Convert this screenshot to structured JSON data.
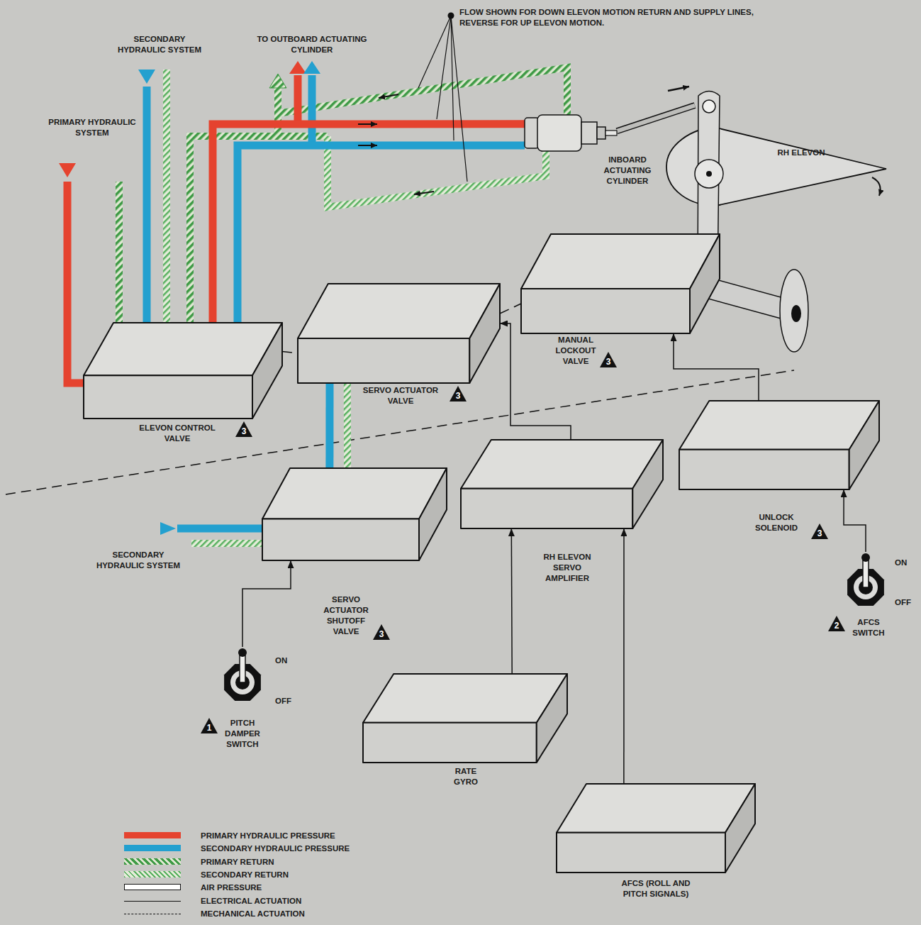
{
  "diagram": {
    "nodes": [
      {
        "text": [
          "INBOARD ACTUATING CYLINDER"
        ]
      },
      {
        "text": [
          "RH ELEVON"
        ]
      },
      {
        "text": [
          "MANUAL LOCKOUT VALVE"
        ]
      },
      {
        "text": [
          "SERVO ACTUATOR VALVE"
        ]
      },
      {
        "text": [
          "ELEVON CONTROL VALVE"
        ]
      },
      {
        "text": [
          "UNLOCK SOLENOID"
        ]
      },
      {
        "text": [
          "RH ELEVON SERVO AMPLIFIER"
        ]
      },
      {
        "text": [
          "SERVO ACTUATOR SHUTOFF VALVE"
        ]
      },
      {
        "text": [
          "AFCS SWITCH"
        ]
      },
      {
        "text": [
          "PITCH DAMPER SWITCH"
        ]
      },
      {
        "text": [
          "RATE GYRO"
        ]
      },
      {
        "text": [
          "AFCS (ROLL AND PITCH SIGNALS)"
        ]
      }
    ],
    "edges": [
      {
        "from": 10,
        "to": 6,
        "arrow": "to"
      },
      {
        "from": 11,
        "to": 6,
        "arrow": "to"
      },
      {
        "from": 6,
        "to": 3,
        "arrow": "to"
      },
      {
        "from": 9,
        "to": 7,
        "arrow": "to"
      },
      {
        "from": 8,
        "to": 5,
        "arrow": "to"
      },
      {
        "from": 5,
        "to": 2,
        "arrow": "to"
      },
      {
        "from": 7,
        "to": 3,
        "arrow": "none"
      },
      {
        "from": 4,
        "to": 0,
        "arrow": "none"
      },
      {
        "from": 0,
        "to": 1,
        "arrow": "none"
      },
      {
        "from": 4,
        "to": 3,
        "arrow": "none"
      },
      {
        "from": 3,
        "to": 2,
        "arrow": "none"
      }
    ],
    "labels": [
      "FLOW SHOWN FOR DOWN ELEVON MOTION RETURN AND SUPPLY LINES, REVERSE FOR UP ELEVON MOTION.",
      "SECONDARY HYDRAULIC SYSTEM",
      "TO OUTBOARD ACTUATING CYLINDER",
      "PRIMARY HYDRAULIC SYSTEM",
      "3",
      "3",
      "3",
      "3",
      "ON",
      "OFF",
      "2",
      "SECONDARY HYDRAULIC SYSTEM",
      "3",
      "ON",
      "OFF",
      "1"
    ],
    "legend": [
      {
        "text": "PRIMARY HYDRAULIC PRESSURE",
        "color": "#e5432f"
      },
      {
        "text": "SECONDARY HYDRAULIC PRESSURE",
        "color": "#23a0cf"
      },
      {
        "text": "PRIMARY RETURN"
      },
      {
        "text": "SECONDARY RETURN"
      },
      {
        "text": "AIR PRESSURE"
      },
      {
        "text": "ELECTRICAL ACTUATION"
      },
      {
        "text": "MECHANICAL ACTUATION"
      }
    ]
  }
}
